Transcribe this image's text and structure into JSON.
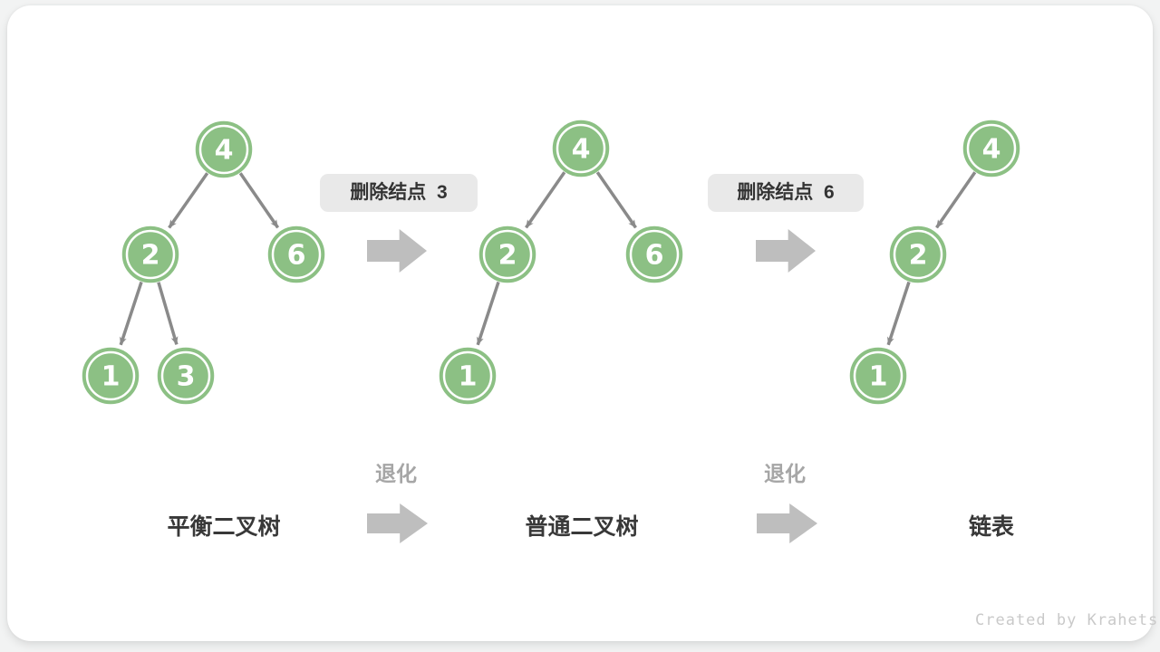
{
  "diagram": {
    "watermark": "Created by Krahets",
    "operations": [
      {
        "label": "删除结点  3"
      },
      {
        "label": "删除结点  6"
      }
    ],
    "transitions": [
      {
        "label": "退化"
      },
      {
        "label": "退化"
      }
    ],
    "trees": [
      {
        "title": "平衡二叉树",
        "nodes": [
          {
            "value": "4"
          },
          {
            "value": "2"
          },
          {
            "value": "6"
          },
          {
            "value": "1"
          },
          {
            "value": "3"
          }
        ],
        "edges": [
          [
            "4",
            "2"
          ],
          [
            "4",
            "6"
          ],
          [
            "2",
            "1"
          ],
          [
            "2",
            "3"
          ]
        ]
      },
      {
        "title": "普通二叉树",
        "nodes": [
          {
            "value": "4"
          },
          {
            "value": "2"
          },
          {
            "value": "6"
          },
          {
            "value": "1"
          }
        ],
        "edges": [
          [
            "4",
            "2"
          ],
          [
            "4",
            "6"
          ],
          [
            "2",
            "1"
          ]
        ]
      },
      {
        "title": "链表",
        "nodes": [
          {
            "value": "4"
          },
          {
            "value": "2"
          },
          {
            "value": "1"
          }
        ],
        "edges": [
          [
            "4",
            "2"
          ],
          [
            "2",
            "1"
          ]
        ]
      }
    ],
    "colors": {
      "node_fill": "#8CC084",
      "node_ring": "#FFFFFF",
      "edge": "#8A8A8A",
      "block_arrow": "#BEBEBE",
      "label_box_bg": "#E9E9E9",
      "label_text": "#333333",
      "muted_text": "#A6A6A6",
      "watermark_text": "#C9C9C9",
      "card_bg": "#FFFFFF",
      "page_bg": "#F2F3F3"
    }
  }
}
